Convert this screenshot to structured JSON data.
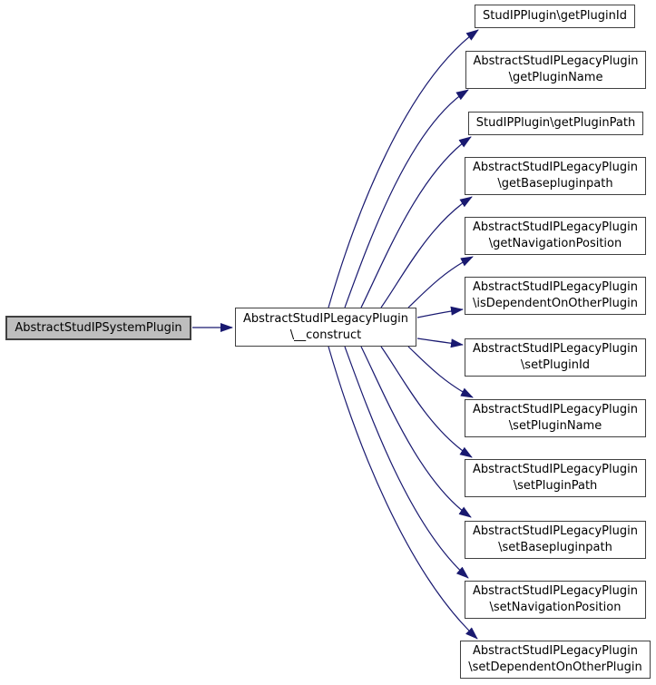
{
  "diagram": {
    "type": "call-graph",
    "colors": {
      "background": "#ffffff",
      "edge": "#191970",
      "node_border": "#404040",
      "node_fill": "#ffffff",
      "root_fill": "#bebebe",
      "text": "#000000"
    },
    "nodes": {
      "root": {
        "label": "AbstractStudIPSystemPlugin"
      },
      "construct": {
        "line1": "AbstractStudIPLegacyPlugin",
        "line2": "\\__construct"
      },
      "getPluginId": {
        "label": "StudIPPlugin\\getPluginId"
      },
      "getPluginName": {
        "line1": "AbstractStudIPLegacyPlugin",
        "line2": "\\getPluginName"
      },
      "getPluginPath": {
        "label": "StudIPPlugin\\getPluginPath"
      },
      "getBasepluginpath": {
        "line1": "AbstractStudIPLegacyPlugin",
        "line2": "\\getBasepluginpath"
      },
      "getNavigationPosition": {
        "line1": "AbstractStudIPLegacyPlugin",
        "line2": "\\getNavigationPosition"
      },
      "isDependentOnOtherPlugin": {
        "line1": "AbstractStudIPLegacyPlugin",
        "line2": "\\isDependentOnOtherPlugin"
      },
      "setPluginId": {
        "line1": "AbstractStudIPLegacyPlugin",
        "line2": "\\setPluginId"
      },
      "setPluginName": {
        "line1": "AbstractStudIPLegacyPlugin",
        "line2": "\\setPluginName"
      },
      "setPluginPath": {
        "line1": "AbstractStudIPLegacyPlugin",
        "line2": "\\setPluginPath"
      },
      "setBasepluginpath": {
        "line1": "AbstractStudIPLegacyPlugin",
        "line2": "\\setBasepluginpath"
      },
      "setNavigationPosition": {
        "line1": "AbstractStudIPLegacyPlugin",
        "line2": "\\setNavigationPosition"
      },
      "setDependentOnOtherPlugin": {
        "line1": "AbstractStudIPLegacyPlugin",
        "line2": "\\setDependentOnOtherPlugin"
      }
    },
    "edges": [
      {
        "from": "root",
        "to": "construct"
      },
      {
        "from": "construct",
        "to": "getPluginId"
      },
      {
        "from": "construct",
        "to": "getPluginName"
      },
      {
        "from": "construct",
        "to": "getPluginPath"
      },
      {
        "from": "construct",
        "to": "getBasepluginpath"
      },
      {
        "from": "construct",
        "to": "getNavigationPosition"
      },
      {
        "from": "construct",
        "to": "isDependentOnOtherPlugin"
      },
      {
        "from": "construct",
        "to": "setPluginId"
      },
      {
        "from": "construct",
        "to": "setPluginName"
      },
      {
        "from": "construct",
        "to": "setPluginPath"
      },
      {
        "from": "construct",
        "to": "setBasepluginpath"
      },
      {
        "from": "construct",
        "to": "setNavigationPosition"
      },
      {
        "from": "construct",
        "to": "setDependentOnOtherPlugin"
      }
    ]
  }
}
